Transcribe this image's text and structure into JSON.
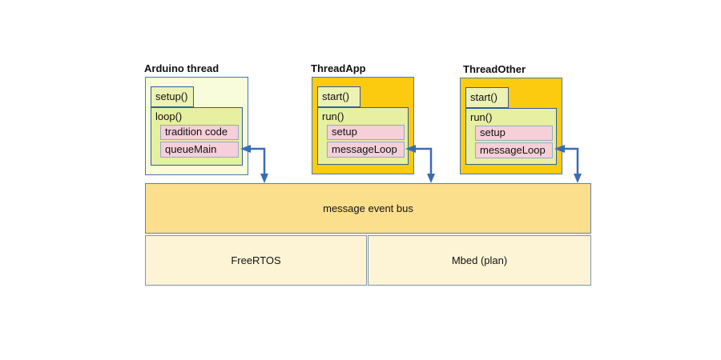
{
  "colors": {
    "border_blue": "#4a77b4",
    "inner_border_blue": "#2e5e9e",
    "pink_border": "#94a8c8",
    "arrow_blue": "#3a6cb3",
    "pale_green": "#f9fcda",
    "entry_green": "#ecf2b4",
    "khaki_green": "#e7efa0",
    "pink": "#f6cfd9",
    "gold": "#fccb10",
    "bus_gold": "#fbdf8d",
    "bus_border": "#5a80ae",
    "platform_cream": "#fdf4d5",
    "platform_border": "#7e95ac"
  },
  "threads": [
    {
      "title": "Arduino thread",
      "entry": "setup()",
      "body": "loop()",
      "steps": [
        "tradition code",
        "queueMain"
      ]
    },
    {
      "title": "ThreadApp",
      "entry": "start()",
      "body": "run()",
      "steps": [
        "setup",
        "messageLoop"
      ]
    },
    {
      "title": "ThreadOther",
      "entry": "start()",
      "body": "run()",
      "steps": [
        "setup",
        "messageLoop"
      ]
    }
  ],
  "bus": {
    "label": "message event bus"
  },
  "platforms": [
    {
      "label": "FreeRTOS"
    },
    {
      "label": "Mbed (plan)"
    }
  ]
}
